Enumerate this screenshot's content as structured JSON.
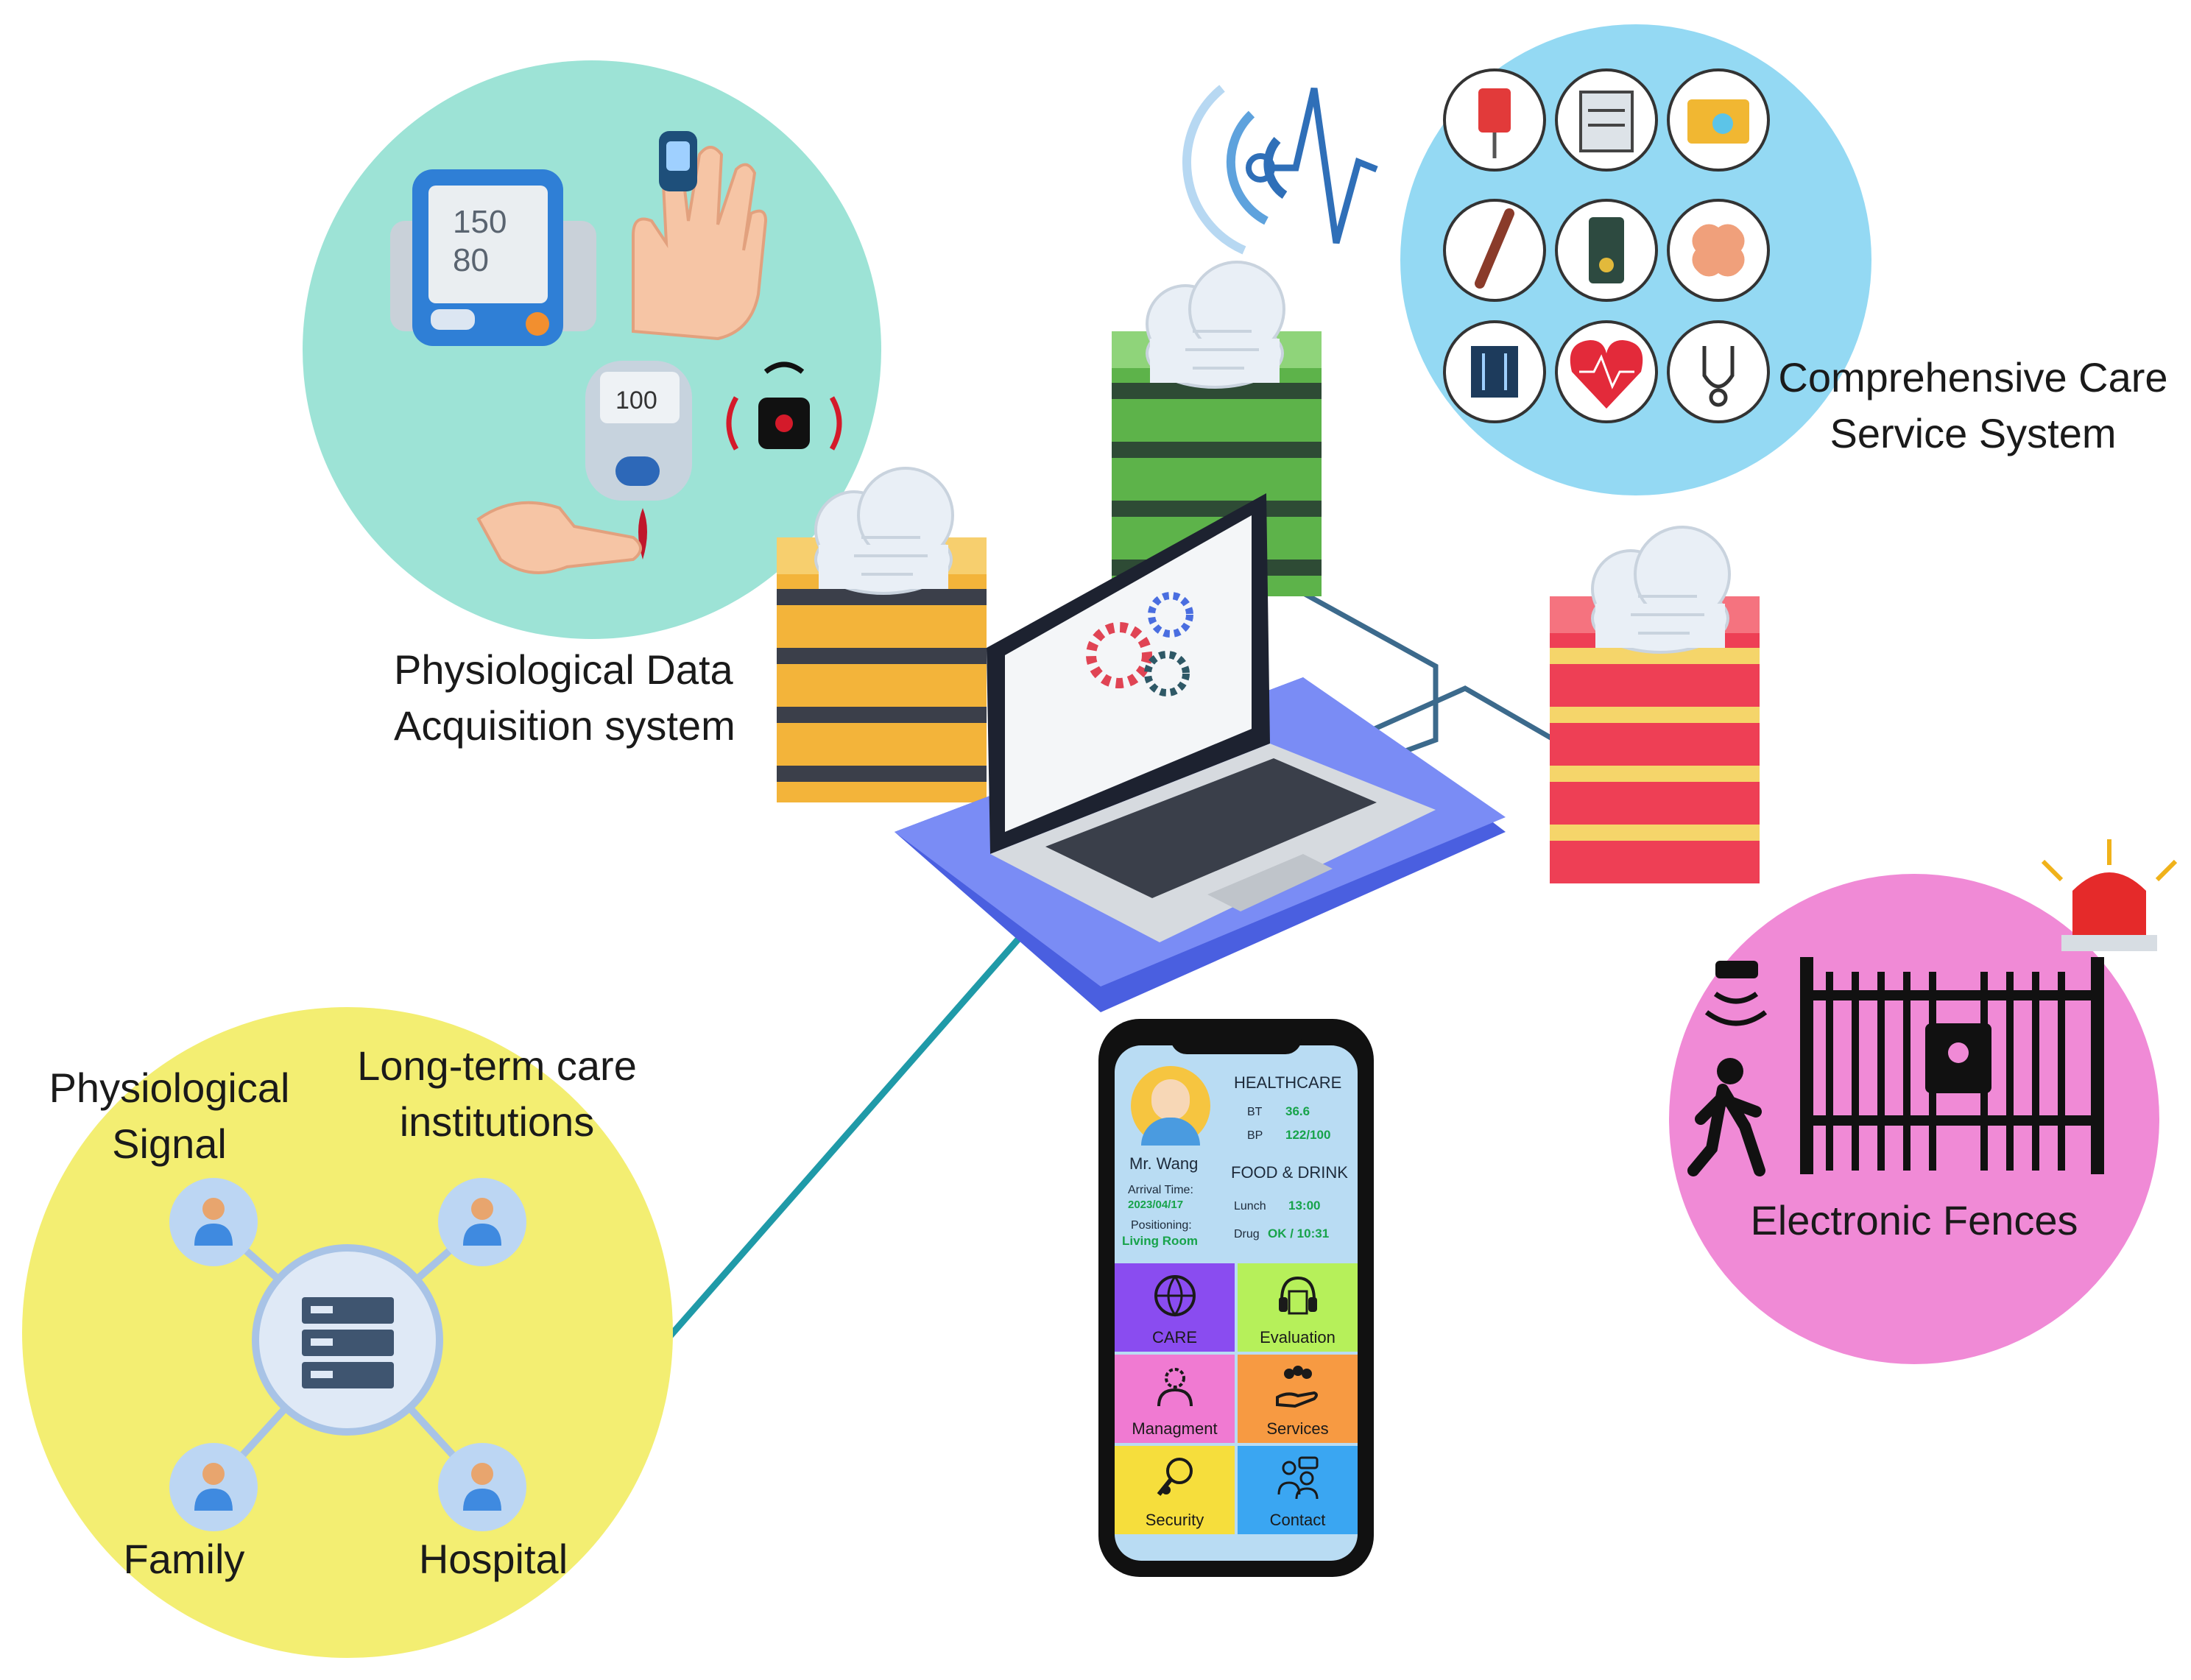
{
  "labels": {
    "physiological_data_1": "Physiological Data",
    "physiological_data_2": "Acquisition system",
    "comprehensive_1": "Comprehensive Care",
    "comprehensive_2": "Service System",
    "electronic_fences": "Electronic Fences",
    "physiological_signal_1": "Physiological",
    "physiological_signal_2": "Signal",
    "ltc_1": "Long-term care",
    "ltc_2": "institutions",
    "family": "Family",
    "hospital": "Hospital"
  },
  "devices": {
    "bp_systolic": "150",
    "bp_diastolic": "80",
    "glucose": "100"
  },
  "phone": {
    "name": "Mr. Wang",
    "healthcare_title": "HEALTHCARE",
    "bt_label": "BT",
    "bt_value": "36.6",
    "bp_label": "BP",
    "bp_value": "122/100",
    "food_title": "FOOD & DRINK",
    "lunch_label": "Lunch",
    "lunch_value": "13:00",
    "drug_label": "Drug",
    "drug_value": "OK  / 10:31",
    "arrival_label": "Arrival Time:",
    "arrival_value": "2023/04/17",
    "positioning_label": "Positioning:",
    "positioning_value": "Living Room",
    "tiles": [
      "CARE",
      "Evaluation",
      "Managment",
      "Services",
      "Security",
      "Contact"
    ]
  },
  "colors": {
    "teal_circle": "#9de3d6",
    "blue_circle": "#94d9f3",
    "yellow_circle": "#f3ee72",
    "pink_circle": "#f08ad6",
    "tile_care": "#8a4cf0",
    "tile_evaluation": "#b6f05a",
    "tile_managment": "#f07ad2",
    "tile_services": "#f79a42",
    "tile_security": "#f6de3c",
    "tile_contact": "#3aa6f2"
  }
}
